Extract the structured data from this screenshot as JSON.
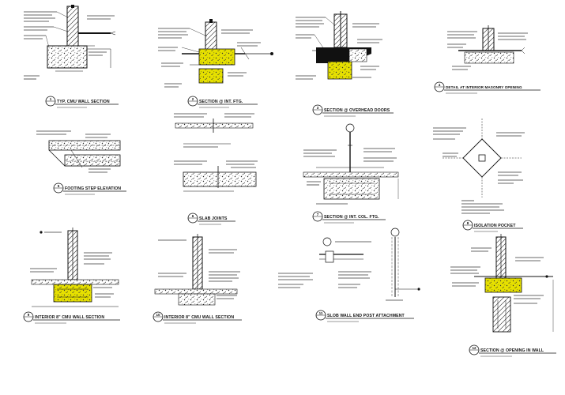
{
  "sheet": {
    "highlight_color": "#e6e000",
    "ink_color": "#111111"
  },
  "details": [
    {
      "id": "d1",
      "number": "1",
      "title": "TYP. CMU WALL SECTION"
    },
    {
      "id": "d2",
      "number": "2",
      "title": "SECTION @ INT. FTG."
    },
    {
      "id": "d3",
      "number": "3",
      "title": "SECTION @ OVERHEAD DOORS"
    },
    {
      "id": "d4",
      "number": "4",
      "title": "DETAIL AT INTERIOR MASONRY OPENING"
    },
    {
      "id": "d5",
      "number": "5",
      "title": "FOOTING STEP ELEVATION"
    },
    {
      "id": "d6",
      "number": "6",
      "title": "SLAB JOINTS"
    },
    {
      "id": "d7",
      "number": "7",
      "title": "SECTION @ INT. COL. FTG."
    },
    {
      "id": "d8",
      "number": "8",
      "title": "ISOLATION POCKET"
    },
    {
      "id": "d9",
      "number": "9",
      "title": "INTERIOR 8\" CMU WALL SECTION"
    },
    {
      "id": "d10",
      "number": "10",
      "title": "INTERIOR 8\" CMU WALL SECTION"
    },
    {
      "id": "d11",
      "number": "11",
      "title": "SLOB WALL END POST ATTACHMENT"
    },
    {
      "id": "d12",
      "number": "12",
      "title": "SECTION @ OPENING IN WALL"
    }
  ]
}
